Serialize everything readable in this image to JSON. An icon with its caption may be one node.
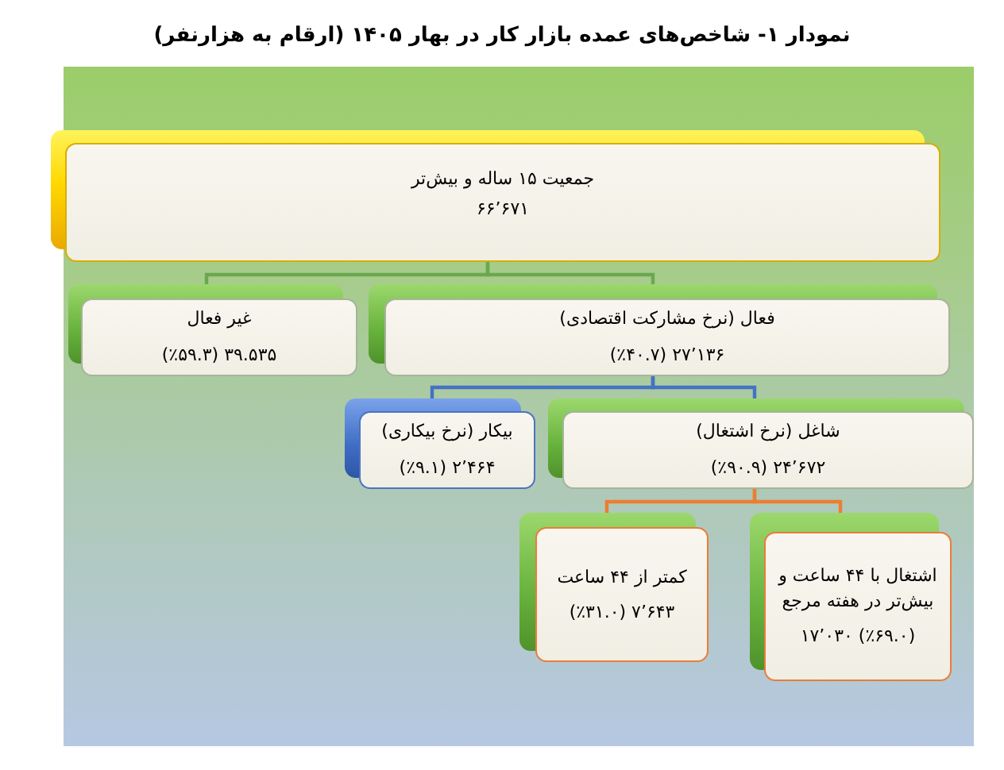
{
  "diagram": {
    "title": "نمودار ۱- شاخص‌های عمده بازار کار در بهار ۱۴۰۵ (ارقام به هزارنفر)",
    "nodes": [
      {
        "text": [
          "جمعیت ۱۵ ساله و بیش‌تر",
          "۶۶٬۶۷۱"
        ]
      },
      {
        "text": [
          "فعال (نرخ مشارکت اقتصادی)",
          "۲۷٬۱۳۶ (٪۴۰.۷)"
        ]
      },
      {
        "text": [
          "غیر فعال",
          "۳۹.۵۳۵ (٪۵۹.۳)"
        ]
      },
      {
        "text": [
          "شاغل (نرخ اشتغال)",
          "۲۴٬۶۷۲ (٪۹۰.۹)"
        ]
      },
      {
        "text": [
          "بیکار (نرخ بیکاری)",
          "۲٬۴۶۴ (٪۹.۱)"
        ]
      },
      {
        "text": [
          "اشتغال با ۴۴ ساعت و بیش‌تر در هفته مرجع",
          "(٪۶۹.۰) ۱۷٬۰۳۰"
        ]
      },
      {
        "text": [
          "کمتر از ۴۴ ساعت",
          "۷٬۶۴۳ (٪۳۱.۰)"
        ]
      }
    ],
    "edges": [
      {
        "from": 0,
        "to": 1,
        "arrow": "none",
        "color": "#6aa84f"
      },
      {
        "from": 0,
        "to": 2,
        "arrow": "none",
        "color": "#6aa84f"
      },
      {
        "from": 1,
        "to": 3,
        "arrow": "none",
        "color": "#4472c4"
      },
      {
        "from": 1,
        "to": 4,
        "arrow": "none",
        "color": "#4472c4"
      },
      {
        "from": 3,
        "to": 5,
        "arrow": "none",
        "color": "#ed7d31"
      },
      {
        "from": 3,
        "to": 6,
        "arrow": "none",
        "color": "#ed7d31"
      }
    ]
  }
}
